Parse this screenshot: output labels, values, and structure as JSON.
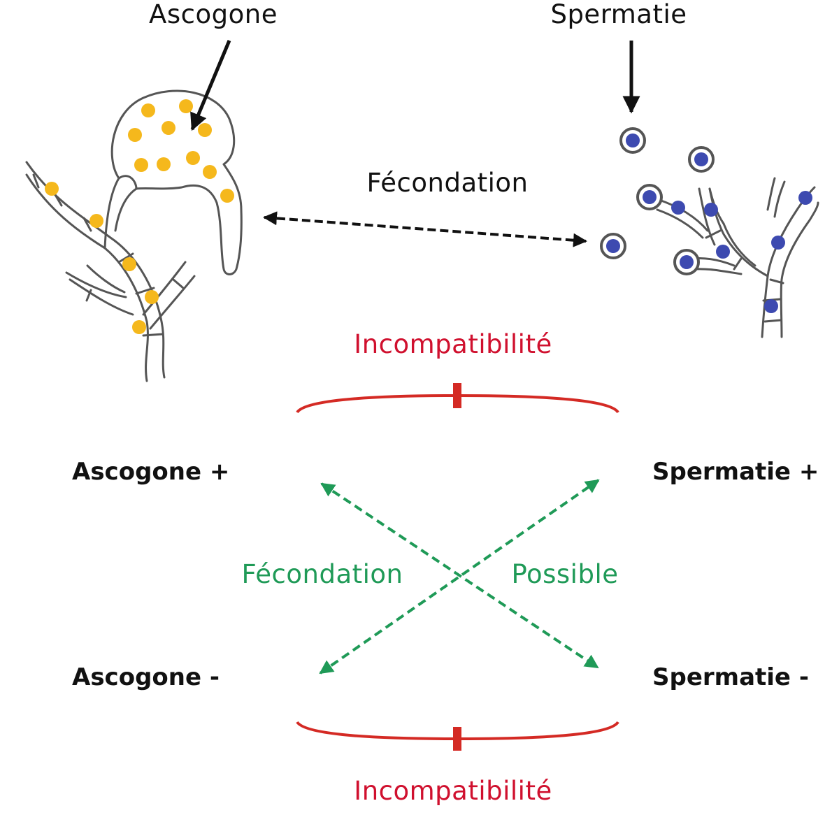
{
  "diagram": {
    "top": {
      "ascogone_label": "Ascogone",
      "spermatie_label": "Spermatie",
      "fecondation_label": "Fécondation"
    },
    "compatibility": {
      "incompatibility_top": "Incompatibilité",
      "incompatibility_bottom": "Incompatibilité",
      "ascogone_plus": "Ascogone +",
      "ascogone_minus": "Ascogone -",
      "spermatie_plus": "Spermatie +",
      "spermatie_minus": "Spermatie -",
      "fecondation_label": "Fécondation",
      "possible_label": "Possible"
    },
    "colors": {
      "text": "#111111",
      "outline": "#555555",
      "ascogone_nuclei": "#f5b81c",
      "spermatie_nuclei": "#3d4ab0",
      "incompatibility": "#d0102e",
      "incompatibility_bar": "#d42a24",
      "fecondation_possible": "#1f9a57"
    }
  }
}
